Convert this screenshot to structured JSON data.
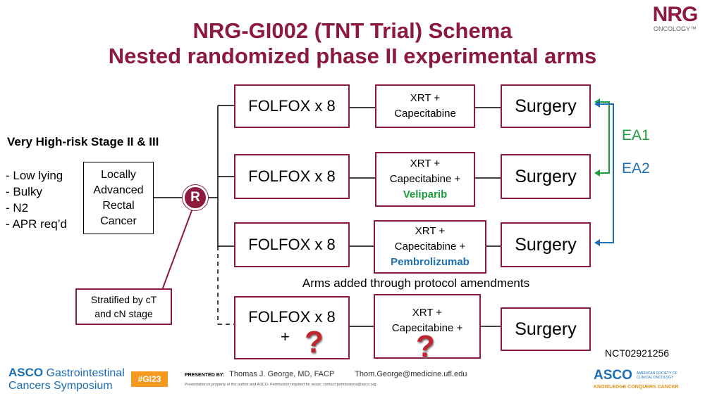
{
  "header": {
    "title_line1": "NRG-GI002 (TNT Trial) Schema",
    "title_line2": "Nested randomized phase II experimental arms",
    "logo_main": "NRG",
    "logo_sub": "ONCOLOGY™"
  },
  "population": {
    "heading": "Very High-risk Stage II & III",
    "criteria": [
      "- Low lying",
      "- Bulky",
      "- N2",
      "- APR req’d"
    ],
    "disease_box": [
      "Locally",
      "Advanced",
      "Rectal",
      "Cancer"
    ],
    "randomize_label": "R",
    "stratify_box": [
      "Stratified by cT",
      "and cN stage"
    ]
  },
  "arms": [
    {
      "chemo": "FOLFOX x 8",
      "xrt_lines": [
        "XRT +",
        "Capecitabine"
      ],
      "drug": "",
      "surgery": "Surgery"
    },
    {
      "chemo": "FOLFOX x 8",
      "xrt_lines": [
        "XRT +",
        "Capecitabine +"
      ],
      "drug": "Veliparib",
      "surgery": "Surgery"
    },
    {
      "chemo": "FOLFOX x 8",
      "xrt_lines": [
        "XRT +",
        "Capecitabine +"
      ],
      "drug": "Pembrolizumab",
      "surgery": "Surgery"
    },
    {
      "chemo_line1": "FOLFOX x 8",
      "chemo_line2": "+",
      "xrt_lines": [
        "XRT +",
        "Capecitabine +"
      ],
      "surgery": "Surgery",
      "mystery": "?"
    }
  ],
  "amend_note": "Arms added through protocol amendments",
  "comparisons": {
    "ea1": "EA1",
    "ea2": "EA2",
    "ea1_color": "#1a9d3a",
    "ea2_color": "#1f6fb5"
  },
  "nct": "NCT02921256",
  "footer": {
    "asco_gi_brand": "ASCO",
    "asco_gi_line1": "Gastrointestinal",
    "asco_gi_line2": "Cancers Symposium",
    "hashtag": "#GI23",
    "presented_by_label": "PRESENTED BY:",
    "presenter": "Thomas J. George, MD, FACP",
    "email": "Thom.George@medicine.ufl.edu",
    "disclaimer": "Presentation is property of the author and ASCO. Permission required for reuse; contact permissions@asco.org.",
    "asco_brand": "ASCO",
    "asco_society_line1": "AMERICAN SOCIETY OF",
    "asco_society_line2": "CLINICAL ONCOLOGY",
    "asco_tagline": "KNOWLEDGE CONQUERS CANCER"
  },
  "colors": {
    "accent": "#8b1a3c",
    "question": "#c0262d",
    "hashtag_bg": "#f39a1f"
  }
}
